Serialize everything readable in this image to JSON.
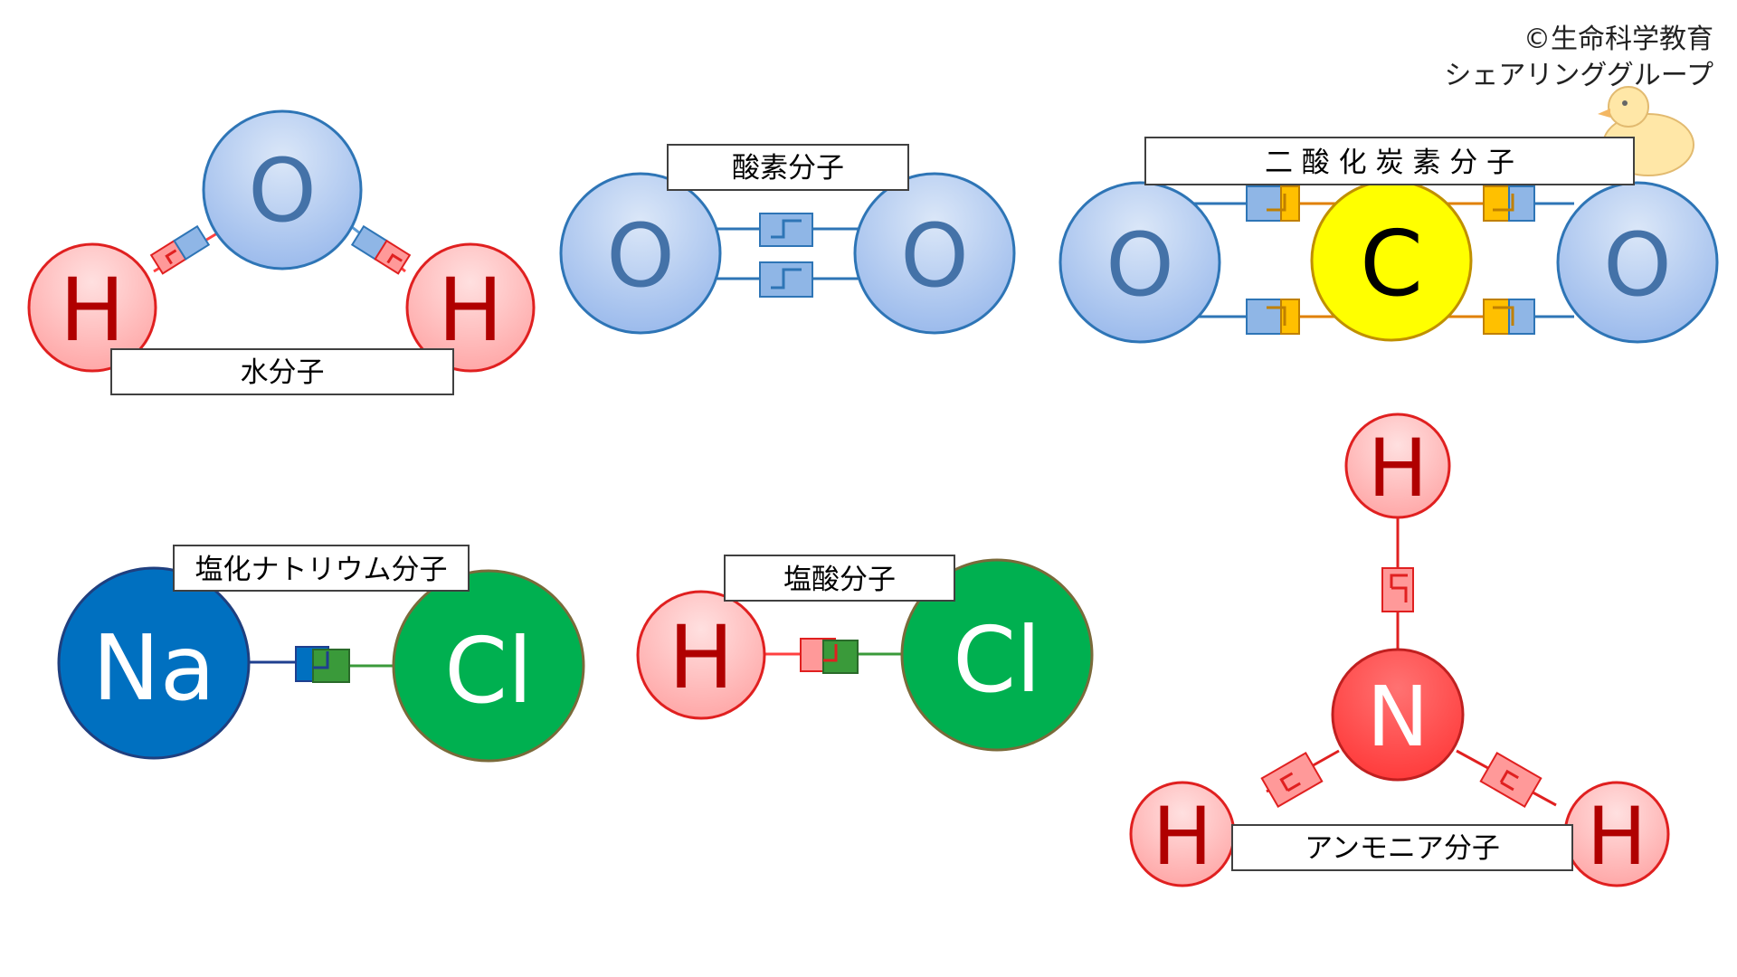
{
  "credit": {
    "line1": "©生命科学教育",
    "line2": "シェアリンググループ"
  },
  "atoms": {
    "O": "O",
    "H": "H",
    "C": "C",
    "N": "N",
    "Na": "Na",
    "Cl": "Cl"
  },
  "labels": {
    "water": "水分子",
    "oxygen": "酸素分子",
    "co2": "二 酸 化 炭 素 分 子",
    "nacl": "塩化ナトリウム分子",
    "hcl": "塩酸分子",
    "ammonia": "アンモニア分子"
  },
  "colors": {
    "oxygen_fill": "#b9d0f1",
    "oxygen_stroke": "#2e75b6",
    "oxygen_text": "#4472a8",
    "hydrogen_fill": "#ffc5c5",
    "hydrogen_stroke": "#e02020",
    "hydrogen_text": "#b00000",
    "carbon_fill": "#ffff00",
    "nitrogen_fill": "#ff5050",
    "sodium_fill": "#0070c0",
    "chlorine_fill": "#00b050",
    "bond_blue": "#5b9bd5",
    "bond_orange": "#ffc000",
    "bond_red": "#ff9999",
    "bond_green": "#3a9a3a"
  }
}
